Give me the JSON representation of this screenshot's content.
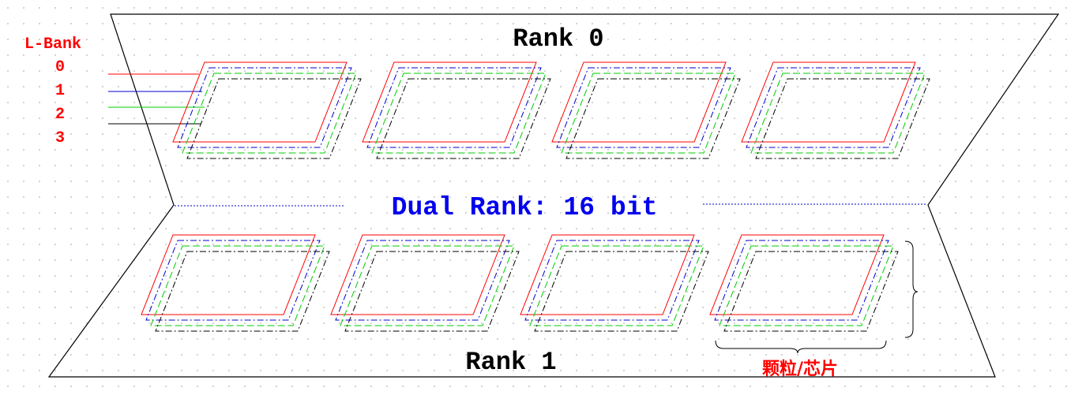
{
  "labels": {
    "rank0": "Rank 0",
    "rank1": "Rank 1",
    "center": "Dual Rank: 16 bit",
    "chip": "颗粒/芯片"
  },
  "legend": {
    "title": "L-Bank",
    "items": [
      "0",
      "1",
      "2",
      "3"
    ]
  },
  "colors": {
    "bank0": "#ff0000",
    "bank1": "#0000cc",
    "bank2": "#00cc00",
    "bank3": "#000000",
    "center_text": "#0000ee",
    "legend_text": "#ff0000",
    "chip_text": "#ff0000",
    "outline": "#000000"
  }
}
